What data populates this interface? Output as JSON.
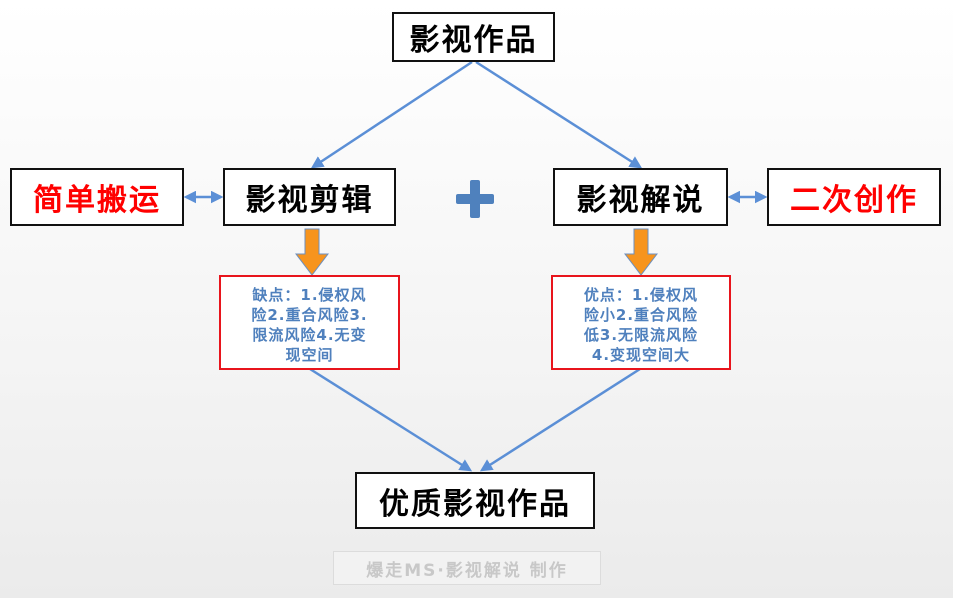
{
  "nodes": {
    "top": "影视作品",
    "edit": "影视剪辑",
    "commentary": "影视解说",
    "simple_move": "简单搬运",
    "second_creation": "二次创作",
    "result": "优质影视作品"
  },
  "notes": {
    "edit_cons": [
      "缺点：1.侵权风",
      "险2.重合风险3.",
      "限流风险4.无变",
      "现空间"
    ],
    "commentary_pros": [
      "优点：1.侵权风",
      "险小2.重合风险",
      "低3.无限流风险",
      "4.变现空间大"
    ]
  },
  "watermark": "爆走MS·影视解说 制作",
  "colors": {
    "arrow_blue": "#5b8fd6",
    "down_arrow_orange": "#f7941d",
    "accent_red": "#ff0000",
    "note_border": "#e8141c",
    "note_text": "#4f80bd"
  },
  "icons": [
    "plus-icon"
  ]
}
